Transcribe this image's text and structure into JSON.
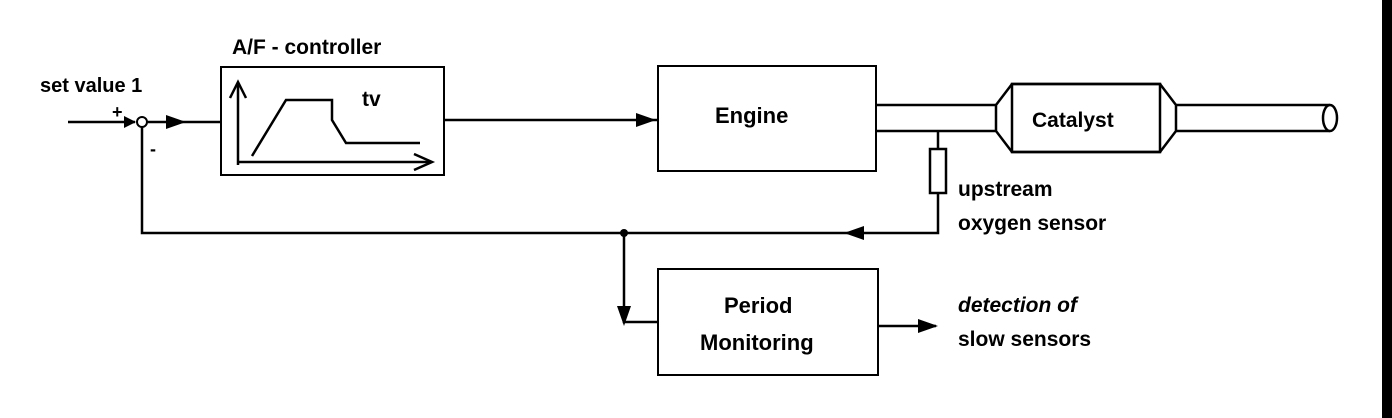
{
  "diagram": {
    "set_value_label": "set value 1",
    "plus_sign": "+",
    "minus_sign": "-",
    "controller_label": "A/F - controller",
    "controller_tv": "tv",
    "engine_label": "Engine",
    "catalyst_label": "Catalyst",
    "sensor_label_line1": "upstream",
    "sensor_label_line2": "oxygen sensor",
    "monitor_label_line1": "Period",
    "monitor_label_line2": "Monitoring",
    "output_label_line1": "detection of",
    "output_label_line2": "slow sensors"
  }
}
